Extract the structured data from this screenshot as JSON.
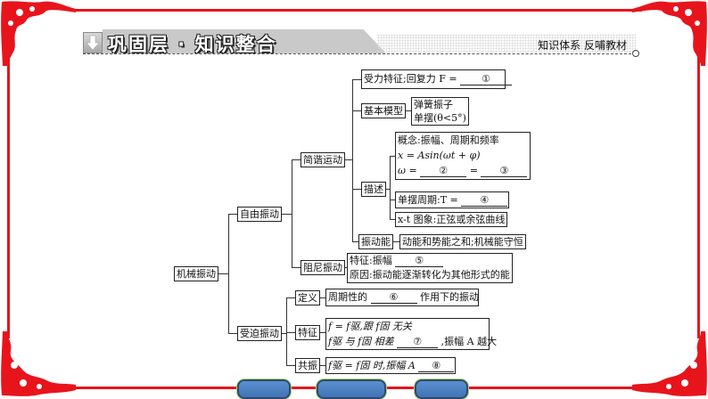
{
  "header": {
    "title": "巩固层 · 知识整合",
    "subtitle": "知识体系  反哺教材",
    "icon": "down-arrow-icon"
  },
  "colors": {
    "frame_red": "#e8141c",
    "header_gray": "#c9c9c9",
    "pill_blue": "#4a7fc1"
  },
  "tree": {
    "root": "机械振动",
    "free": "自由振动",
    "shm": "简谐运动",
    "force_text": "受力特征;回复力 F =",
    "blank1": "①",
    "basic_model": "基本模型",
    "model_spring": "弹簧振子",
    "model_pendulum": "单摆(θ<5°)",
    "describe": "描述",
    "concept": "概念:振幅、周期和频率",
    "formula": "x = Asin(ωt + φ)",
    "omega_label": "ω =",
    "blank2": "②",
    "eq": "=",
    "blank3": "③",
    "period_text": "单摆周期:T =",
    "blank4": "④",
    "graph_text": "x-t 图象:正弦或余弦曲线",
    "energy": "振动能",
    "energy_text": "动能和势能之和;机械能守恒",
    "damped": "阻尼振动",
    "damped_feature": "特征:振幅",
    "blank5": "⑤",
    "damped_reason": "原因:振动能逐渐转化为其他形式的能",
    "forced": "受迫振动",
    "definition": "定义",
    "def_text_a": "周期性的",
    "blank6": "⑥",
    "def_text_b": "作用下的振动",
    "feature": "特征",
    "feat_line1": "f = f驱,跟 f固 无关",
    "feat_line2_a": "f驱 与 f固 相差",
    "blank7": "⑦",
    "feat_line2_b": ",振幅 A 越大",
    "resonance": "共振",
    "res_text": "f驱 = f固 时,振幅 A",
    "blank8": "⑧"
  },
  "footer": {
    "nav_buttons": [
      "",
      "",
      ""
    ]
  }
}
